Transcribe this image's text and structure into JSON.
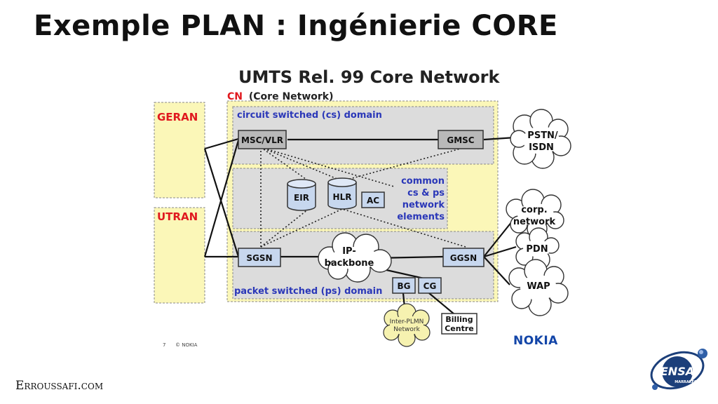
{
  "slide": {
    "title": "Exemple PLAN : Ingénierie CORE",
    "footer": "Erroussafi.com"
  },
  "diagram": {
    "title": "UMTS Rel. 99 Core Network",
    "cn_label_prefix": "CN",
    "cn_label_rest": "(Core Network)",
    "cs_domain": "circuit switched (cs) domain",
    "ps_domain": "packet switched (ps) domain",
    "common_lines": [
      "common",
      "cs & ps",
      "network",
      "elements"
    ],
    "geran": "GERAN",
    "utran": "UTRAN",
    "nodes": {
      "msc": "MSC/VLR",
      "gmsc": "GMSC",
      "eir": "EIR",
      "hlr": "HLR",
      "ac": "AC",
      "sgsn": "SGSN",
      "ggsn": "GGSN",
      "bg": "BG",
      "cg": "CG"
    },
    "clouds": {
      "pstn_1": "PSTN/",
      "pstn_2": "ISDN",
      "corp_1": "corp.",
      "corp_2": "network",
      "pdn": "PDN",
      "wap": "WAP",
      "ip_1": "IP-",
      "ip_2": "backbone",
      "plmn_1": "Inter-PLMN",
      "plmn_2": "Network"
    },
    "billing_1": "Billing",
    "billing_2": "Centre",
    "page_num": "7",
    "copyright": "© NOKIA",
    "vendor_logo": "NOKIA"
  },
  "logo": {
    "text": "ENSA",
    "sub": "MARRAKECH"
  },
  "colors": {
    "yellow": "#fbf7b8",
    "grey": "#dcdcdc",
    "blue_text": "#2a37b8",
    "red_text": "#e0191f",
    "nokia_blue": "#1245a8",
    "ensa_blue": "#1c3f7a"
  }
}
